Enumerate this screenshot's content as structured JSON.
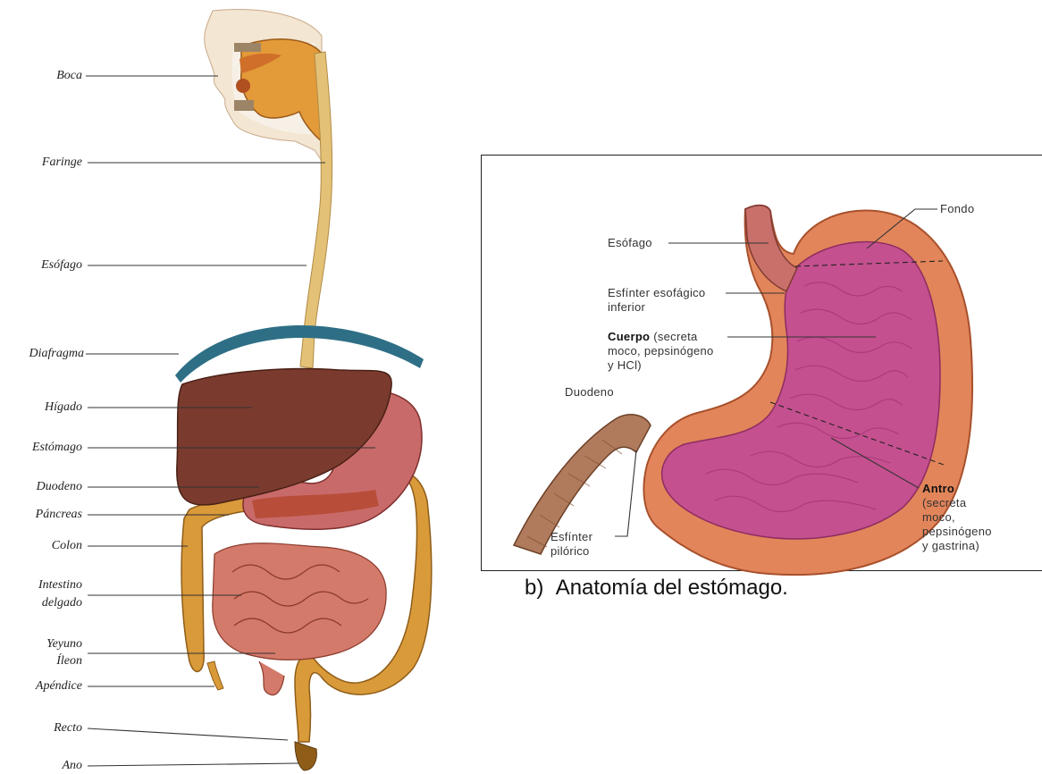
{
  "digestive_labels": {
    "boca": "Boca",
    "faringe": "Faringe",
    "esofago": "Esófago",
    "diafragma": "Diafragma",
    "higado": "Hígado",
    "estomago": "Estómago",
    "duodeno": "Duodeno",
    "pancreas": "Páncreas",
    "colon": "Colon",
    "intestino_1": "Intestino",
    "intestino_2": "delgado",
    "yeyuno": "Yeyuno",
    "ileon": "Íleon",
    "apendice": "Apéndice",
    "recto": "Recto",
    "ano": "Ano"
  },
  "stomach_labels": {
    "fondo": "Fondo",
    "esofago": "Esófago",
    "esfinter_esofagico_1": "Esfínter esofágico",
    "esfinter_esofagico_2": "inferior",
    "cuerpo_title": "Cuerpo",
    "cuerpo_1": " (secreta",
    "cuerpo_2": "moco, pepsinógeno",
    "cuerpo_3": "y HCl)",
    "duodeno": "Duodeno",
    "antro_title": "Antro",
    "antro_1": "(secreta",
    "antro_2": "moco,",
    "antro_3": "pepsinógeno",
    "antro_4": "y gastrina)",
    "esfinter_pilorico_1": "Esfínter",
    "esfinter_pilorico_2": "pilórico"
  },
  "caption": {
    "marker": "b)",
    "text": "Anatomía del estómago."
  },
  "colors": {
    "liver": "#7a3b2e",
    "stomach": "#c96a6a",
    "colon": "#d99a3a",
    "small_intestine": "#d47a6a",
    "esophagus": "#e3c278",
    "diaphragm": "#2e6f86",
    "stomach_outer": "#e2855a",
    "stomach_inner": "#c4508f",
    "duodenum": "#b07a5c"
  }
}
